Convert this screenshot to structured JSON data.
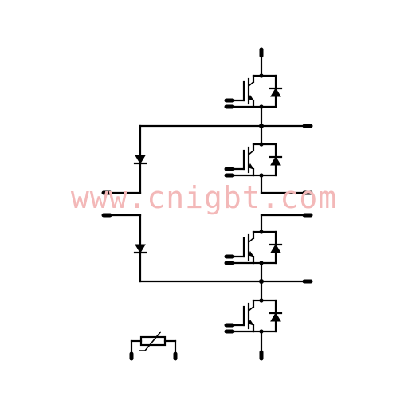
{
  "watermark": "www.cnigbt.com",
  "components": {
    "igbt_count": 4,
    "diode_count": 2,
    "thermistor_count": 1
  }
}
